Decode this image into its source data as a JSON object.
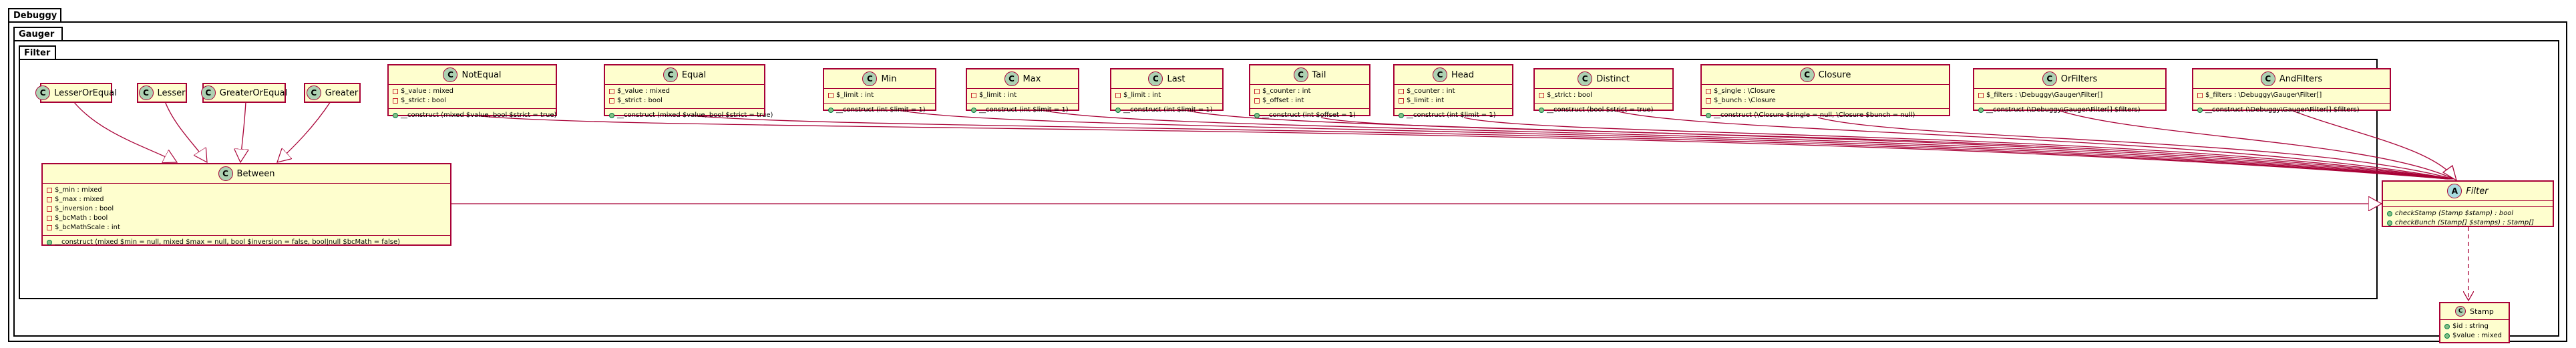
{
  "packages": {
    "debuggy": "Debuggy",
    "gauger": "Gauger",
    "filter": "Filter"
  },
  "classes": {
    "lesserorequal": {
      "name": "LesserOrEqual",
      "glyph": "C",
      "fields": [],
      "methods": []
    },
    "lesser": {
      "name": "Lesser",
      "glyph": "C",
      "fields": [],
      "methods": []
    },
    "greaterorequal": {
      "name": "GreaterOrEqual",
      "glyph": "C",
      "fields": [],
      "methods": []
    },
    "greater": {
      "name": "Greater",
      "glyph": "C",
      "fields": [],
      "methods": []
    },
    "notequal": {
      "name": "NotEqual",
      "glyph": "C",
      "fields": [
        "$_value : mixed",
        "$_strict : bool"
      ],
      "methods": [
        "__construct (mixed $value, bool $strict = true)"
      ]
    },
    "equal": {
      "name": "Equal",
      "glyph": "C",
      "fields": [
        "$_value : mixed",
        "$_strict : bool"
      ],
      "methods": [
        "__construct (mixed $value, bool $strict = true)"
      ]
    },
    "min": {
      "name": "Min",
      "glyph": "C",
      "fields": [
        "$_limit : int"
      ],
      "methods": [
        "__construct (int $limit = 1)"
      ]
    },
    "max": {
      "name": "Max",
      "glyph": "C",
      "fields": [
        "$_limit : int"
      ],
      "methods": [
        "__construct (int $limit = 1)"
      ]
    },
    "last": {
      "name": "Last",
      "glyph": "C",
      "fields": [
        "$_limit : int"
      ],
      "methods": [
        "__construct (int $limit = 1)"
      ]
    },
    "tail": {
      "name": "Tail",
      "glyph": "C",
      "fields": [
        "$_counter : int",
        "$_offset : int"
      ],
      "methods": [
        "__construct (int $offset = 1)"
      ]
    },
    "head": {
      "name": "Head",
      "glyph": "C",
      "fields": [
        "$_counter : int",
        "$_limit : int"
      ],
      "methods": [
        "__construct (int $limit = 1)"
      ]
    },
    "distinct": {
      "name": "Distinct",
      "glyph": "C",
      "fields": [
        "$_strict : bool"
      ],
      "methods": [
        "__construct (bool $strict = true)"
      ]
    },
    "closure": {
      "name": "Closure",
      "glyph": "C",
      "fields": [
        "$_single : \\Closure",
        "$_bunch : \\Closure"
      ],
      "methods": [
        "__construct (\\Closure $single = null, \\Closure $bunch = null)"
      ]
    },
    "orfilters": {
      "name": "OrFilters",
      "glyph": "C",
      "fields": [
        "$_filters : \\Debuggy\\Gauger\\Filter[]"
      ],
      "methods": [
        "__construct (\\Debuggy\\Gauger\\Filter[] $filters)"
      ]
    },
    "andfilters": {
      "name": "AndFilters",
      "glyph": "C",
      "fields": [
        "$_filters : \\Debuggy\\Gauger\\Filter[]"
      ],
      "methods": [
        "__construct (\\Debuggy\\Gauger\\Filter[] $filters)"
      ]
    },
    "between": {
      "name": "Between",
      "glyph": "C",
      "fields": [
        "$_min : mixed",
        "$_max : mixed",
        "$_inversion : bool",
        "$_bcMath : bool",
        "$_bcMathScale : int"
      ],
      "methods": [
        "__construct (mixed $min = null, mixed $max = null, bool $inversion = false, bool|null $bcMath = false)"
      ]
    },
    "filter": {
      "name": "Filter",
      "glyph": "A",
      "fields": [],
      "methods": [
        "checkStamp (Stamp $stamp) : bool",
        "checkBunch (Stamp[] $stamps) : Stamp[]"
      ]
    },
    "stamp": {
      "name": "Stamp",
      "glyph": "C",
      "fields": [
        "$id : string",
        "$value : mixed"
      ],
      "methods": []
    }
  },
  "colors": {
    "class_bg": "#FEFECE",
    "class_border": "#A80036",
    "edge": "#A80036",
    "glyph_class": "#ADD1B2",
    "glyph_abstract": "#A9DCDF"
  }
}
